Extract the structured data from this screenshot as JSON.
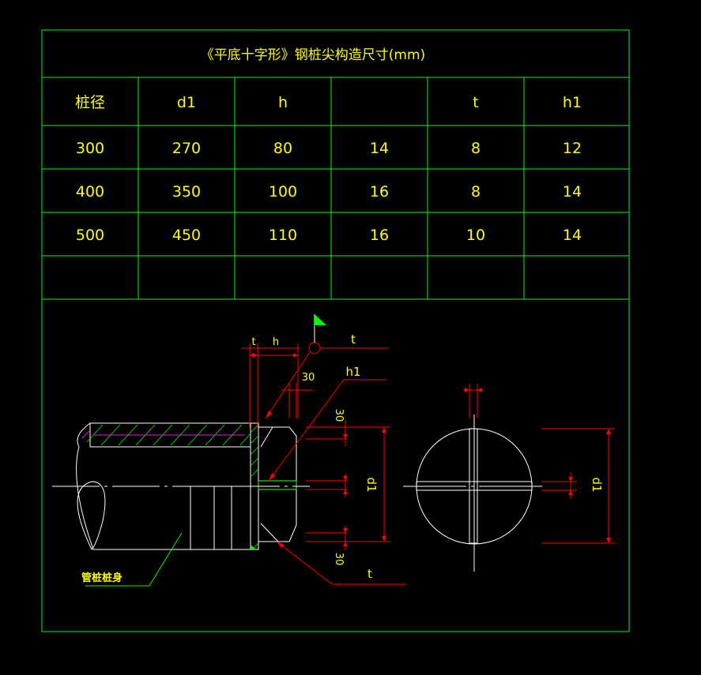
{
  "table": {
    "title": "《平底十字形》钢桩尖构造尺寸(mm)",
    "headers": [
      "桩径",
      "d1",
      "h",
      "",
      "t",
      "h1"
    ],
    "rows": [
      [
        "300",
        "270",
        "80",
        "14",
        "8",
        "12"
      ],
      [
        "400",
        "350",
        "100",
        "16",
        "8",
        "14"
      ],
      [
        "500",
        "450",
        "110",
        "16",
        "10",
        "14"
      ]
    ]
  },
  "drawing": {
    "labels": {
      "t_top_left": "t",
      "h_top": "h",
      "t_top_right": "t",
      "angle_30_top": "30",
      "h1": "h1",
      "dim_30_upper": "30",
      "dim_30_lower": "30",
      "d1_side": "d1",
      "t_bottom": "t",
      "d1_end": "d1",
      "pile_body": "管桩桩身"
    },
    "colors": {
      "frame": "#00ff00",
      "text": "#ffff00",
      "dimension": "#ff0000",
      "outline": "#ffffff",
      "rebar": "#ff00ff",
      "flag": "#00ff00"
    }
  }
}
